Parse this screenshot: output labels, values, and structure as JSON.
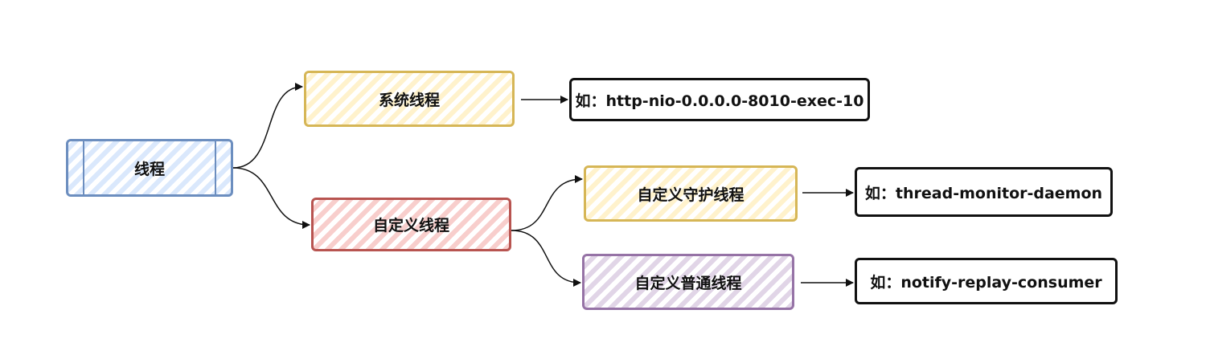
{
  "nodes": {
    "root": "线程",
    "system": "系统线程",
    "custom": "自定义线程",
    "custom_daemon": "自定义守护线程",
    "custom_normal": "自定义普通线程"
  },
  "examples": {
    "system": "如：http-nio-0.0.0.0-8010-exec-10",
    "daemon": "如：thread-monitor-daemon",
    "normal": "如：notify-replay-consumer"
  },
  "colors": {
    "root_stroke": "#6c8ebf",
    "root_fill": "#dae8fc",
    "system_stroke": "#d6b656",
    "system_fill": "#fff2cc",
    "custom_stroke": "#b85450",
    "custom_fill": "#f8cecc",
    "normal_stroke": "#9673a6",
    "normal_fill": "#e1d5e7",
    "example_stroke": "#111111"
  }
}
